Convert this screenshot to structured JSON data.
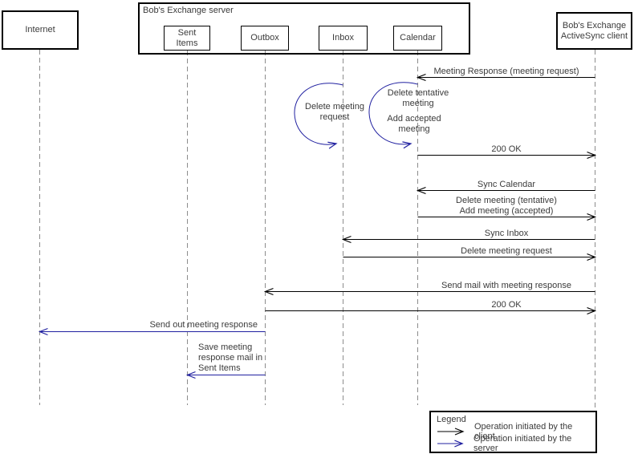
{
  "colors": {
    "client_operation": "#000000",
    "server_operation": "#2020a0",
    "lifeline": "#8c8c8c",
    "diagram_text": "#3b3b3b"
  },
  "actors": {
    "internet": {
      "label": "Internet"
    },
    "server": {
      "label": "Bob's Exchange server",
      "folders": [
        {
          "label": "Sent\nItems"
        },
        {
          "label": "Outbox"
        },
        {
          "label": "Inbox"
        },
        {
          "label": "Calendar"
        }
      ]
    },
    "client": {
      "label": "Bob's Exchange\nActiveSync client"
    }
  },
  "messages": [
    {
      "label": "Meeting Response (meeting request)",
      "from": "client",
      "to": "calendar",
      "initiated_by": "client"
    },
    {
      "label": "200 OK",
      "from": "calendar",
      "to": "client",
      "initiated_by": "client"
    },
    {
      "label": "Sync Calendar",
      "from": "client",
      "to": "calendar",
      "initiated_by": "client"
    },
    {
      "label": "Delete meeting (tentative)\nAdd meeting (accepted)",
      "from": "calendar",
      "to": "client",
      "initiated_by": "client"
    },
    {
      "label": "Sync Inbox",
      "from": "client",
      "to": "inbox",
      "initiated_by": "client"
    },
    {
      "label": "Delete meeting request",
      "from": "inbox",
      "to": "client",
      "initiated_by": "client"
    },
    {
      "label": "Send mail with meeting response",
      "from": "client",
      "to": "outbox",
      "initiated_by": "client"
    },
    {
      "label": "200 OK",
      "from": "outbox",
      "to": "client",
      "initiated_by": "client"
    },
    {
      "label": "Send out meeting response",
      "from": "outbox",
      "to": "internet",
      "initiated_by": "server"
    },
    {
      "label": "Save meeting\nresponse mail in\nSent Items",
      "from": "outbox",
      "to": "sent_items",
      "initiated_by": "server"
    }
  ],
  "self_messages": [
    {
      "lifeline": "inbox",
      "labels": [
        "Delete meeting\nrequest"
      ],
      "initiated_by": "server"
    },
    {
      "lifeline": "calendar",
      "labels": [
        "Delete tentative\nmeeting",
        "Add accepted\nmeeting"
      ],
      "initiated_by": "server"
    }
  ],
  "legend": {
    "title": "Legend",
    "items": [
      {
        "label": "Operation initiated by the client",
        "initiated_by": "client"
      },
      {
        "label": "Operation initiated by the server",
        "initiated_by": "server"
      }
    ]
  }
}
